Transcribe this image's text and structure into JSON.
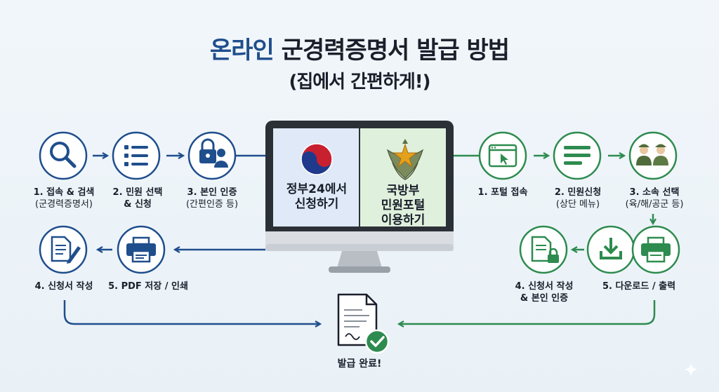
{
  "title": {
    "accent": "온라인",
    "rest": "군경력증명서 발급 방법"
  },
  "subtitle": "(집에서 간편하게!)",
  "monitor": {
    "left_panel": "정부24에서\n신청하기",
    "right_panel": "국방부\n민원포털\n이용하기"
  },
  "left_flow": {
    "steps": [
      {
        "title": "1. 접속 & 검색",
        "sub": "(군경력증명서)",
        "icon": "search-icon"
      },
      {
        "title": "2. 민원 선택",
        "sub": "& 신청",
        "icon": "list-icon"
      },
      {
        "title": "3. 본인 인증",
        "sub": "(간편인증 등)",
        "icon": "lock-user-icon"
      },
      {
        "title": "5. PDF 저장 / 인쇄",
        "sub": "",
        "icon": "printer-icon"
      },
      {
        "title": "4. 신청서 작성",
        "sub": "",
        "icon": "document-pen-icon"
      }
    ]
  },
  "right_flow": {
    "steps": [
      {
        "title": "1. 포털 접속",
        "sub": "",
        "icon": "browser-cursor-icon"
      },
      {
        "title": "2. 민원신청",
        "sub": "(상단 메뉴)",
        "icon": "menu-icon"
      },
      {
        "title": "3. 소속 선택",
        "sub": "(육/해/공군 등)",
        "icon": "soldiers-icon"
      },
      {
        "title": "5. 다운로드 / 출력",
        "sub": "",
        "icon": "download-print-icon"
      },
      {
        "title": "4. 신청서 작성",
        "sub": "& 본인 인증",
        "icon": "document-lock-icon"
      }
    ]
  },
  "final": {
    "label": "발급 완료!",
    "icon": "document-check-icon"
  },
  "colors": {
    "blue": "#1f4e8c",
    "green": "#2e8b4f",
    "dark": "#1a1f2b"
  }
}
